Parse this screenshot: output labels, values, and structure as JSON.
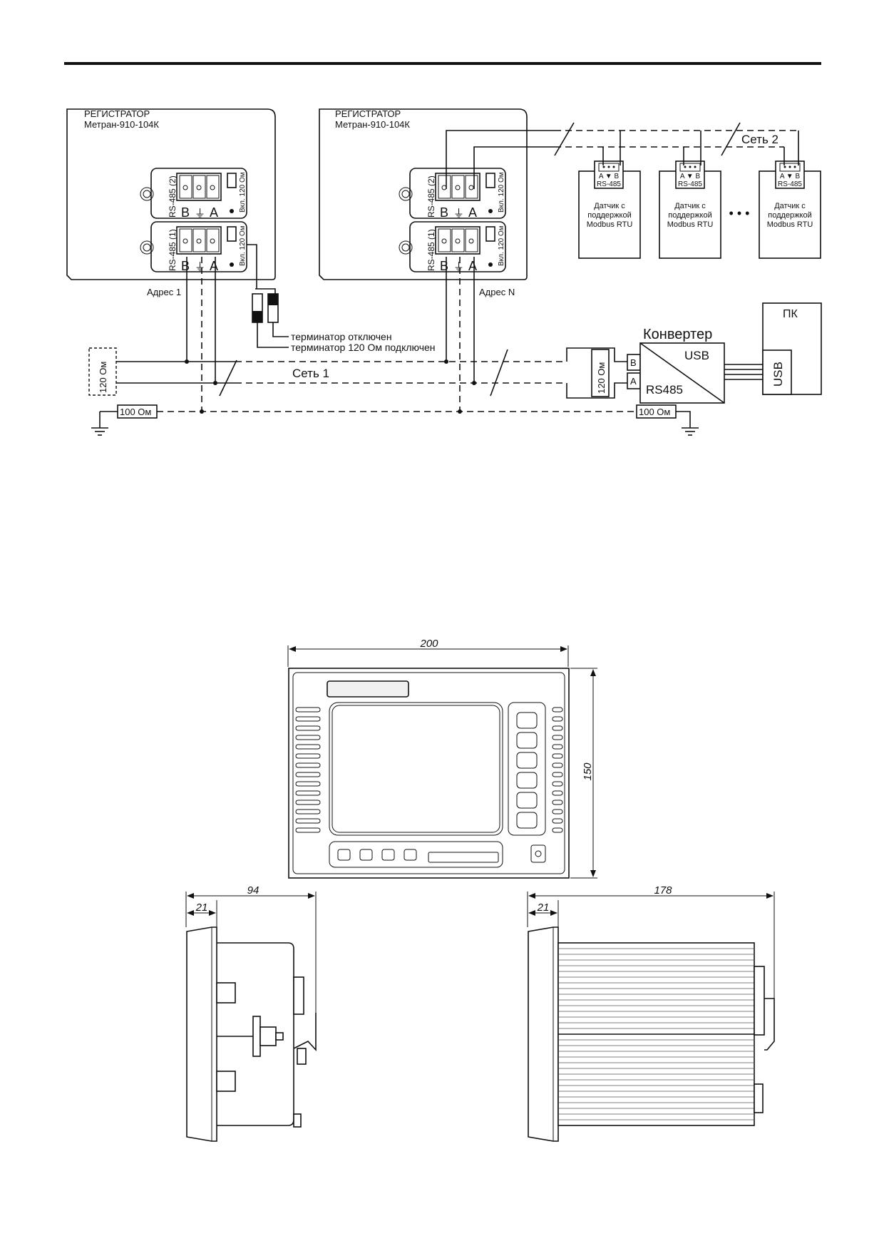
{
  "registrators": [
    {
      "title": "РЕГИСТРАТОР",
      "model": "Метран-910-104К",
      "address": "Адрес 1"
    },
    {
      "title": "РЕГИСТРАТОР",
      "model": "Метран-910-104К",
      "address": "Адрес N"
    }
  ],
  "port_labels": {
    "port2": "RS-485 (2)",
    "port1": "RS-485 (1)",
    "switch": "Вкл. 120 Ом",
    "pin_b": "B",
    "pin_gnd": "⏚",
    "pin_a": "A"
  },
  "sensors": {
    "items": [
      {
        "line1": "Датчик с",
        "line2": "поддержкой",
        "line3": "Modbus RTU"
      },
      {
        "line1": "Датчик с",
        "line2": "поддержкой",
        "line3": "Modbus RTU"
      },
      {
        "line1": "Датчик с",
        "line2": "поддержкой",
        "line3": "Modbus RTU"
      }
    ],
    "connector_pins": "A ▼ B",
    "connector_label": "RS-485",
    "ellipsis": "• • •"
  },
  "networks": {
    "net1": "Сеть 1",
    "net2": "Сеть 2"
  },
  "terminator": {
    "off": "терминатор отключен",
    "on": "терминатор 120 Ом подключен"
  },
  "resistors": {
    "r120": "120 Ом",
    "r100": "100 Ом"
  },
  "converter": {
    "title": "Конвертер",
    "usb": "USB",
    "rs485": "RS485",
    "pin_b": "B",
    "pin_a": "A"
  },
  "pc": {
    "label": "ПК",
    "usb": "USB"
  },
  "dimensions": {
    "width": "200",
    "height": "150",
    "side_depth": "94",
    "side_front": "21",
    "back_depth": "178",
    "back_front": "21"
  }
}
